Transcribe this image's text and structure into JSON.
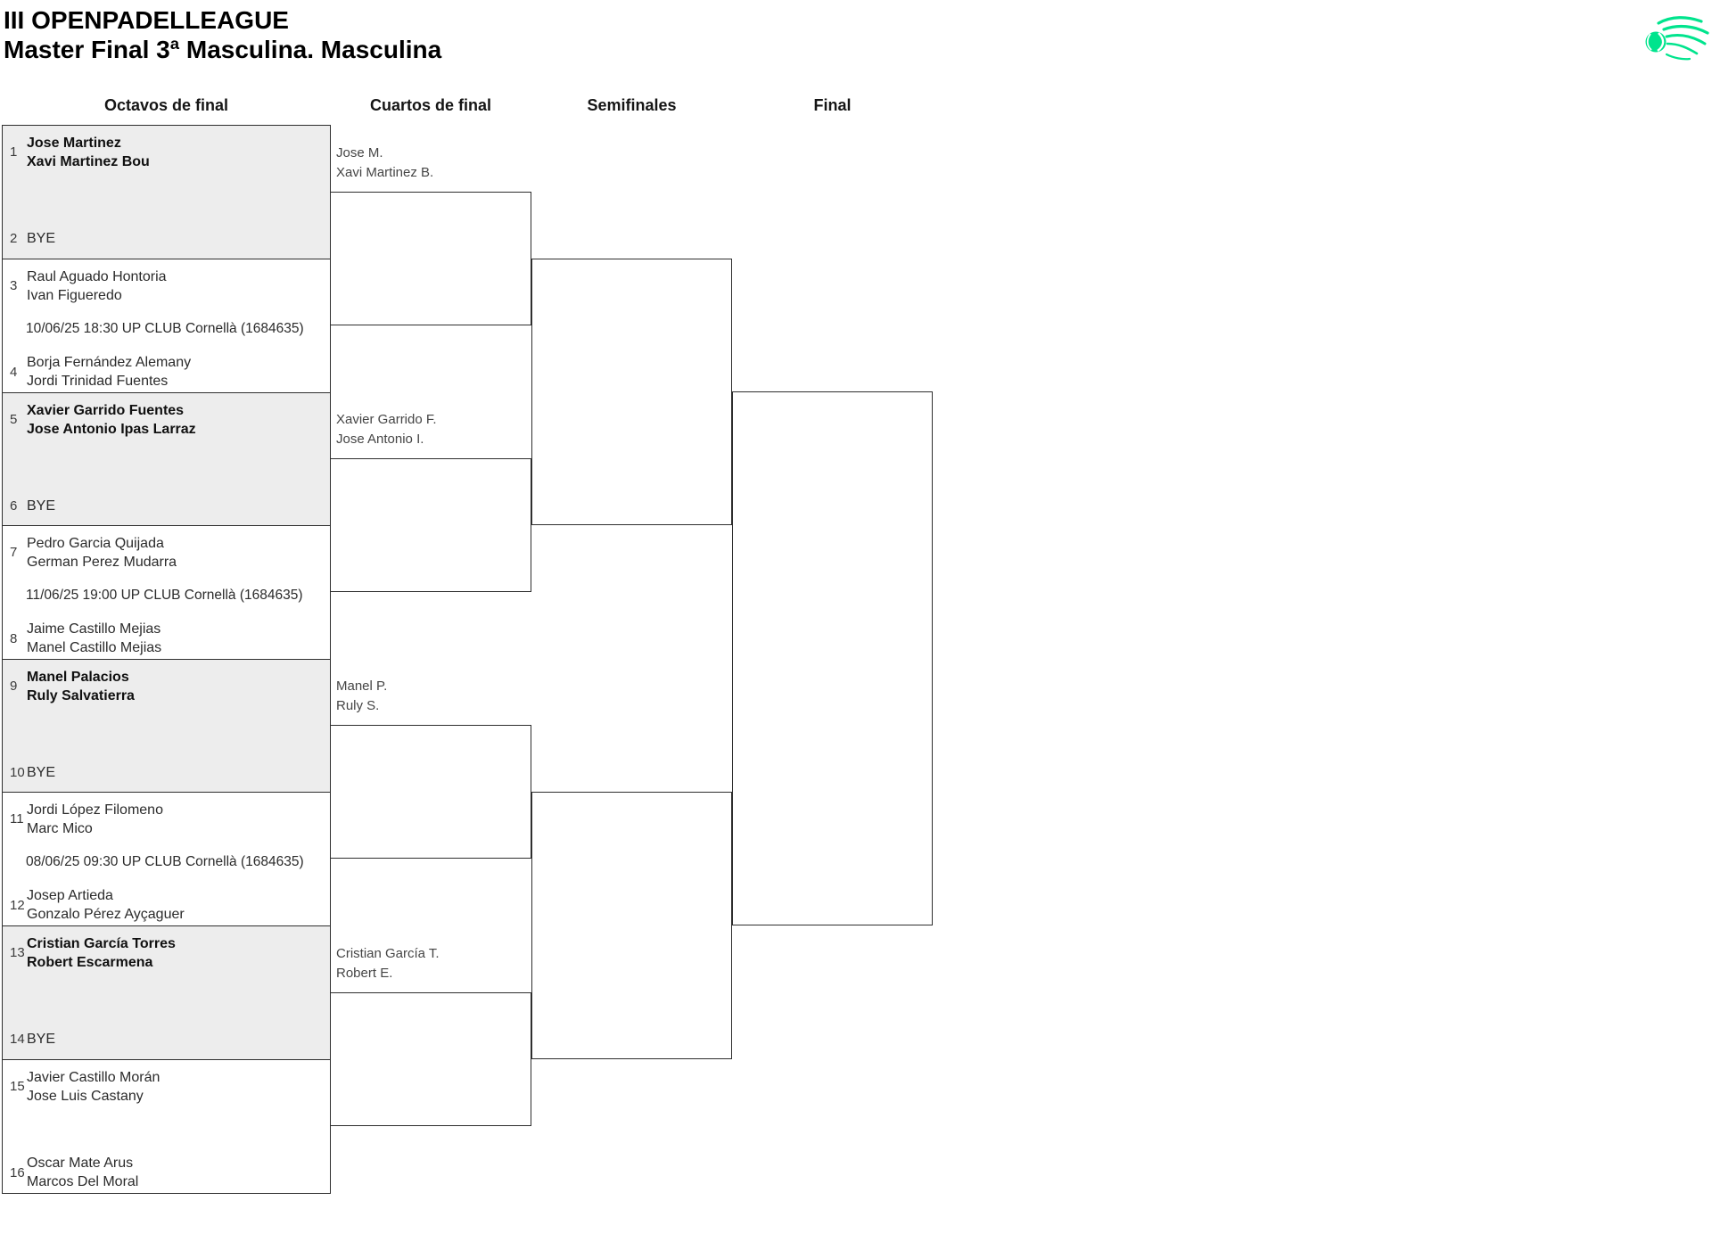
{
  "header": {
    "title": "III OPENPADELLEAGUE",
    "subtitle": "Master Final 3ª Masculina. Masculina"
  },
  "logo": {
    "icon": "padel-ball-swoosh",
    "color": "#00e48d"
  },
  "rounds": [
    {
      "label": "Octavos de final"
    },
    {
      "label": "Cuartos de final"
    },
    {
      "label": "Semifinales"
    },
    {
      "label": "Final"
    }
  ],
  "octavos": [
    {
      "seed_top": "1",
      "top1": "Jose Martinez",
      "top2": "Xavi Martinez Bou",
      "seed_bottom": "2",
      "bottom1": "BYE",
      "bottom2": "",
      "schedule": ""
    },
    {
      "seed_top": "3",
      "top1": "Raul Aguado Hontoria",
      "top2": "Ivan Figueredo",
      "seed_bottom": "4",
      "bottom1": "Borja Fernández Alemany",
      "bottom2": "Jordi Trinidad Fuentes",
      "schedule": "10/06/25 18:30 UP CLUB Cornellà (1684635)"
    },
    {
      "seed_top": "5",
      "top1": "Xavier Garrido Fuentes",
      "top2": "Jose Antonio Ipas Larraz",
      "seed_bottom": "6",
      "bottom1": "BYE",
      "bottom2": "",
      "schedule": ""
    },
    {
      "seed_top": "7",
      "top1": "Pedro Garcia Quijada",
      "top2": "German Perez Mudarra",
      "seed_bottom": "8",
      "bottom1": "Jaime Castillo Mejias",
      "bottom2": "Manel Castillo Mejias",
      "schedule": "11/06/25 19:00 UP CLUB Cornellà (1684635)"
    },
    {
      "seed_top": "9",
      "top1": "Manel Palacios",
      "top2": "Ruly Salvatierra",
      "seed_bottom": "10",
      "bottom1": "BYE",
      "bottom2": "",
      "schedule": ""
    },
    {
      "seed_top": "11",
      "top1": "Jordi López Filomeno",
      "top2": "Marc Mico",
      "seed_bottom": "12",
      "bottom1": "Josep Artieda",
      "bottom2": "Gonzalo Pérez Ayçaguer",
      "schedule": "08/06/25 09:30 UP CLUB Cornellà (1684635)"
    },
    {
      "seed_top": "13",
      "top1": "Cristian García Torres",
      "top2": "Robert Escarmena",
      "seed_bottom": "14",
      "bottom1": "BYE",
      "bottom2": "",
      "schedule": ""
    },
    {
      "seed_top": "15",
      "top1": "Javier Castillo Morán",
      "top2": "Jose Luis Castany",
      "seed_bottom": "16",
      "bottom1": "Oscar Mate Arus",
      "bottom2": "Marcos Del Moral",
      "schedule": ""
    }
  ],
  "cuartos_winners": [
    {
      "line1": "Jose M.",
      "line2": "Xavi Martinez B."
    },
    {
      "line1": "Xavier Garrido F.",
      "line2": "Jose Antonio I."
    },
    {
      "line1": "Manel P.",
      "line2": "Ruly S."
    },
    {
      "line1": "Cristian García T.",
      "line2": "Robert E."
    }
  ],
  "colors": {
    "accent": "#00e48d",
    "bye_fill": "#ededed",
    "line": "#2e2e2e"
  }
}
